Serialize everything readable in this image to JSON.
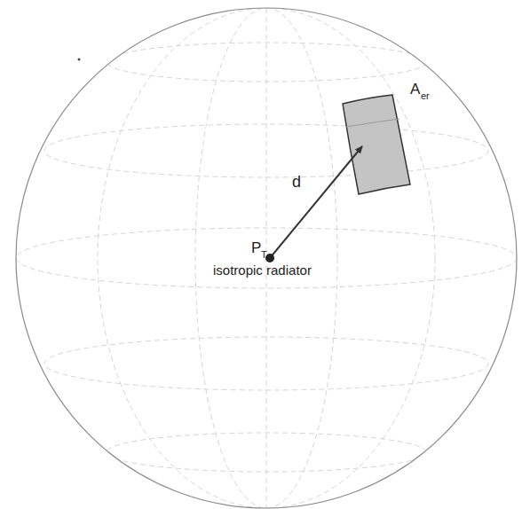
{
  "diagram": {
    "labels": [
      "A",
      "er",
      "d",
      "P",
      "T",
      "isotropic radiator"
    ]
  }
}
